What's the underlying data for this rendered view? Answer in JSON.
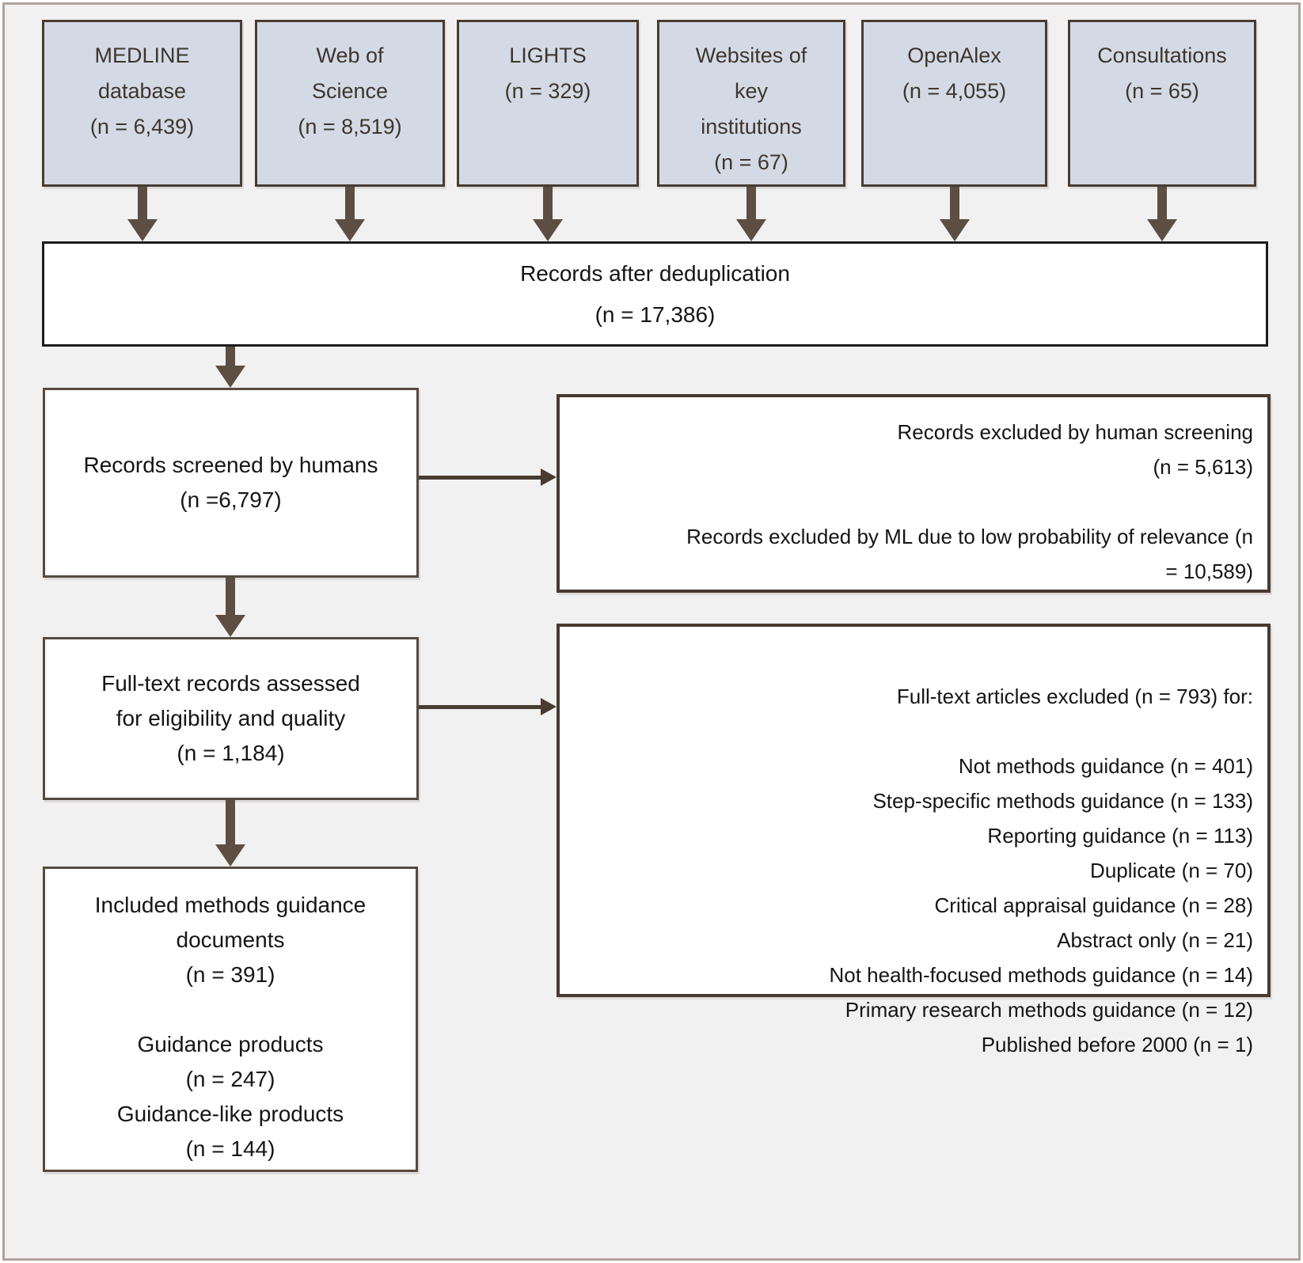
{
  "colors": {
    "background": "#f2f1f1",
    "outer_border": "#b2a29b",
    "source_box_fill": "#d4dae5",
    "source_box_border": "#473c31",
    "dedup_box_border": "#1c1c1c",
    "flow_box_border": "#564a3f",
    "exclusion_box_border": "#473a2f",
    "vertical_arrow": "#5d4e43",
    "horizontal_arrow": "#483b30",
    "text": "#151515",
    "source_text": "#3e352d"
  },
  "sources": [
    {
      "lines": [
        "MEDLINE",
        "database",
        "(n = 6,439)"
      ]
    },
    {
      "lines": [
        "Web of",
        "Science",
        "(n = 8,519)"
      ]
    },
    {
      "lines": [
        "LIGHTS",
        "(n = 329)"
      ]
    },
    {
      "lines": [
        "Websites of",
        "key",
        "institutions",
        "(n = 67)"
      ]
    },
    {
      "lines": [
        "OpenAlex",
        "(n = 4,055)"
      ]
    },
    {
      "lines": [
        "Consultations",
        "(n = 65)"
      ]
    }
  ],
  "boxes": {
    "dedup": {
      "lines": [
        "Records after deduplication",
        "(n = 17,386)"
      ]
    },
    "screened": {
      "lines": [
        "Records screened by humans",
        "(n =6,797)"
      ]
    },
    "excluded_screening": {
      "lines": [
        "Records excluded by human screening",
        "(n = 5,613)",
        "",
        "Records excluded by ML due to low probability of relevance (n",
        "= 10,589)"
      ]
    },
    "fulltext": {
      "lines": [
        "Full-text records assessed",
        "for eligibility and quality",
        "(n = 1,184)"
      ]
    },
    "excluded_fulltext": {
      "header": "Full-text articles excluded (n = 793) for:",
      "reasons": [
        "Not methods guidance (n = 401)",
        "Step-specific methods guidance (n = 133)",
        "Reporting guidance (n = 113)",
        "Duplicate (n = 70)",
        "Critical appraisal guidance (n = 28)",
        "Abstract only (n = 21)",
        "Not health-focused methods guidance (n = 14)",
        "Primary research methods guidance (n = 12)",
        "Published before 2000 (n = 1)"
      ]
    },
    "included": {
      "lines": [
        "Included methods guidance",
        "documents",
        "(n = 391)",
        "",
        "Guidance products",
        "(n = 247)",
        "Guidance-like products",
        "(n = 144)"
      ]
    }
  }
}
